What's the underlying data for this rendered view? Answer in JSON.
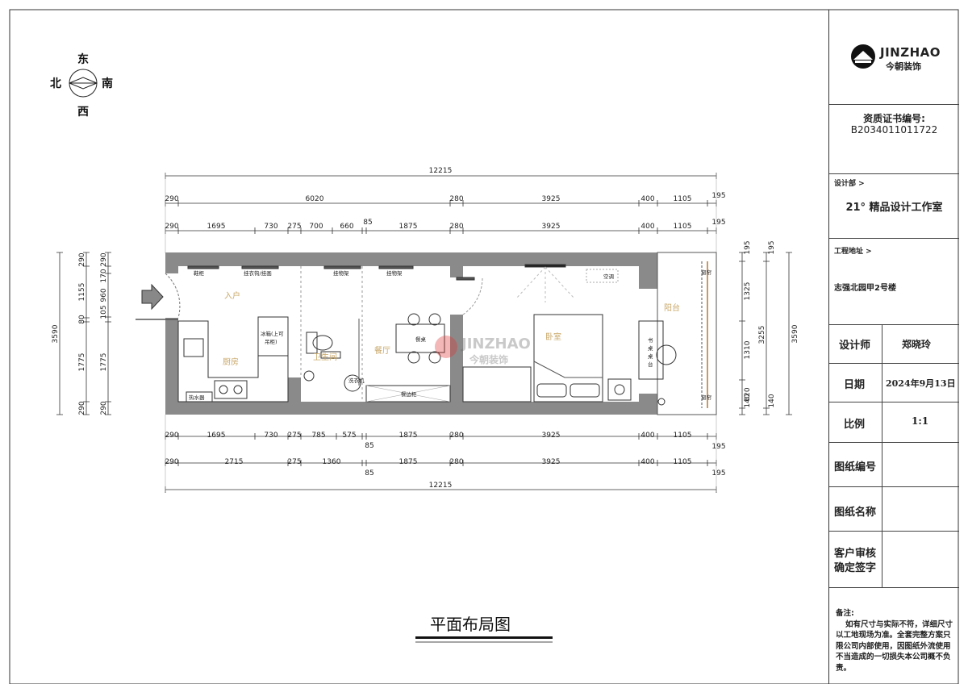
{
  "compass": {
    "north": "北",
    "south": "南",
    "east": "东",
    "west": "西"
  },
  "title": "平面布局图",
  "dimensions": {
    "top_total": "12215",
    "top_row1": [
      "290",
      "6020",
      "280",
      "3925",
      "400",
      "1105",
      "195"
    ],
    "top_row2": [
      "290",
      "1695",
      "730",
      "275",
      "700",
      "660",
      "85",
      "1875",
      "280",
      "3925",
      "400",
      "1105",
      "195"
    ],
    "bottom_row1": [
      "290",
      "1695",
      "730",
      "275",
      "785",
      "575",
      "85",
      "1875",
      "280",
      "3925",
      "400",
      "1105",
      "195"
    ],
    "bottom_row2": [
      "290",
      "2715",
      "275",
      "1360",
      "85",
      "1875",
      "280",
      "3925",
      "400",
      "1105",
      "195"
    ],
    "bottom_total": "12215",
    "left_outer": "3590",
    "left_row1": [
      "290",
      "1155",
      "80",
      "1775",
      "290"
    ],
    "left_row2": [
      "290",
      "170",
      "960",
      "105",
      "1775",
      "290"
    ],
    "right_row1": [
      "195",
      "1325",
      "1310",
      "620",
      "140"
    ],
    "right_row2": [
      "195",
      "3255",
      "140"
    ],
    "right_outer": "3590"
  },
  "rooms": {
    "entry": "入户",
    "kitchen": "厨房",
    "bathroom": "卫生间",
    "dining": "餐厅",
    "bedroom": "卧室",
    "balcony": "阳台"
  },
  "furniture": {
    "shoe_cabinet": "鞋柜",
    "hanger": "挂衣钩/挂画",
    "wall_shelf1": "挂物架",
    "wall_shelf2": "挂物架",
    "fridge_line1": "冰箱(上可",
    "fridge_line2": "吊柜)",
    "water_heater": "热水器",
    "dining_table": "餐桌",
    "sideboard": "餐边柜",
    "washer": "洗衣机",
    "ac": "空调",
    "desk_line1": "书",
    "desk_line2": "桌",
    "desk_line3": "桌",
    "desk_line4": "台",
    "curtain_top": "窗帘",
    "curtain_bottom": "窗帘"
  },
  "watermark": {
    "brand": "JINZHAO",
    "cn": "今朝装饰"
  },
  "title_block": {
    "logo_en": "JINZHAO",
    "logo_cn": "今朝装饰",
    "cert_label": "资质证书编号:",
    "cert_value": "B2034011011722",
    "dept_label": "设计部 >",
    "dept_value": "21° 精品设计工作室",
    "addr_label": "工程地址 >",
    "addr_value": "志强北园甲2号楼",
    "designer_label": "设计师",
    "designer_value": "郑晓玲",
    "date_label": "日期",
    "date_value": "2024年9月13日",
    "scale_label": "比例",
    "scale_value": "1:1",
    "drawing_no_label": "图纸编号",
    "drawing_name_label": "图纸名称",
    "client_label_1": "客户审核",
    "client_label_2": "确定签字",
    "notes_label": "备注:",
    "notes_text": "如有尺寸与实际不符，详细尺寸以工地现场为准。全套完整方案只限公司内部使用，因图纸外流使用不当造成的一切损失本公司概不负责。"
  }
}
